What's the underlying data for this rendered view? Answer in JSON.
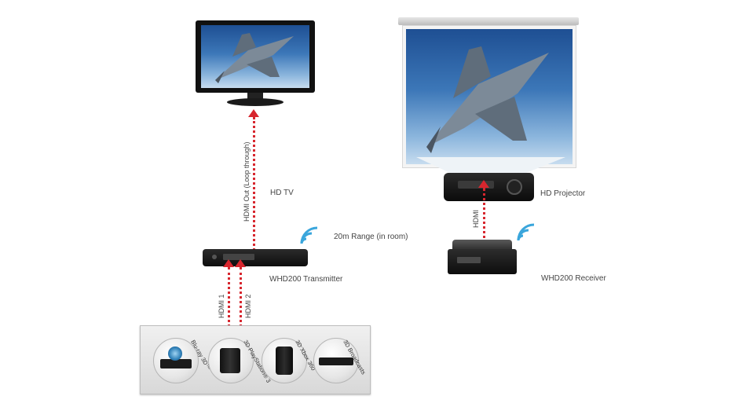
{
  "labels": {
    "hd_tv": "HD TV",
    "hdmi_out": "HDMI Out (Loop through)",
    "range": "20m Range (in room)",
    "transmitter": "WHD200 Transmitter",
    "hdmi1": "HDMI 1",
    "hdmi2": "HDMI 2",
    "hd_projector": "HD Projector",
    "hdmi": "HDMI",
    "receiver": "WHD200 Receiver"
  },
  "sources": [
    {
      "name": "Blu-ray 3D™",
      "icon": "bluray-player-icon"
    },
    {
      "name": "3D PlayStation® 3",
      "icon": "playstation-icon"
    },
    {
      "name": "3D Xbox 360",
      "icon": "xbox-icon"
    },
    {
      "name": "3D Broadcasts",
      "icon": "set-top-box-icon"
    }
  ],
  "colors": {
    "signal": "#d7262e",
    "wifi": "#3aa6dc"
  }
}
